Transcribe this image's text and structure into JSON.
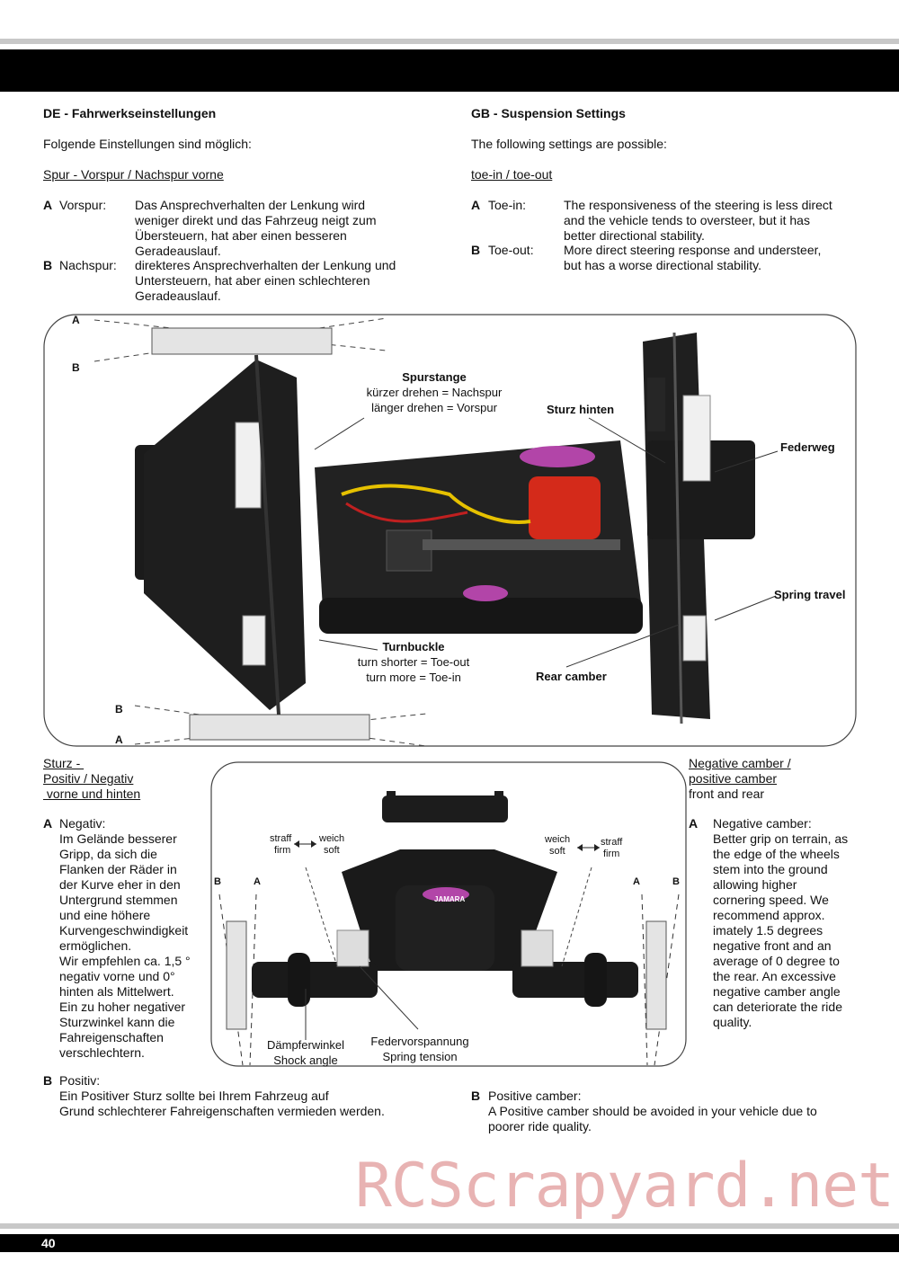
{
  "page_number": "40",
  "de": {
    "title": "DE - Fahrwerkseinstellungen",
    "intro": "Folgende Einstellungen sind möglich:",
    "toe_heading": "Spur - Vorspur / Nachspur vorne",
    "toe_a_key": "A",
    "toe_a_term": "Vorspur:",
    "toe_a_lines": [
      "Das Ansprechverhalten der Lenkung wird",
      "weniger direkt und das Fahrzeug neigt zum",
      "Übersteuern, hat aber einen besseren",
      "Geradeauslauf."
    ],
    "toe_b_key": "B",
    "toe_b_term": "Nachspur:",
    "toe_b_lines": [
      "direkteres Ansprechverhalten der Lenkung und",
      "Untersteuern, hat aber einen schlechteren",
      "Geradeauslauf."
    ],
    "camber_heading_lines": [
      "Sturz - ",
      "Positiv / Negativ",
      " vorne und hinten"
    ],
    "camber_a_key": "A",
    "camber_a_term": "Negativ:",
    "camber_a_lines": [
      "Im Gelände besserer",
      "Gripp, da sich die",
      "Flanken der Räder in",
      "der Kurve eher in den",
      "Untergrund stemmen",
      "und eine höhere",
      "Kurvengeschwindigkeit",
      "ermöglichen.",
      "Wir empfehlen ca. 1,5 °",
      "negativ vorne und 0°",
      "hinten als Mittelwert.",
      "Ein zu hoher negativer",
      "Sturzwinkel kann die",
      "Fahreigenschaften",
      "verschlechtern."
    ],
    "camber_b_key": "B",
    "camber_b_term": "Positiv:",
    "camber_b_lines": [
      "Ein Positiver Sturz sollte bei Ihrem Fahrzeug auf",
      "Grund schlechterer Fahreigenschaften vermieden werden."
    ]
  },
  "gb": {
    "title": "GB - Suspension Settings",
    "intro": "The following settings are possible:",
    "toe_heading": "toe-in / toe-out",
    "toe_a_key": "A",
    "toe_a_term": "Toe-in:",
    "toe_a_lines": [
      "The responsiveness of the steering is less direct",
      "and the vehicle tends to oversteer, but it has",
      "better directional stability."
    ],
    "toe_b_key": "B",
    "toe_b_term": "Toe-out:",
    "toe_b_lines": [
      "More direct steering response and understeer,",
      "but has a worse directional stability."
    ],
    "camber_heading_lines": [
      "Negative camber /",
      "positive camber"
    ],
    "camber_heading_sub": "front and rear",
    "camber_a_key": "A",
    "camber_a_lines": [
      "Negative camber:",
      "Better grip on terrain, as",
      "the edge of the wheels",
      "stem into the ground",
      "allowing higher",
      "cornering speed. We",
      "recommend approx.",
      "imately 1.5 degrees",
      "negative front and an",
      "average of 0 degree to",
      "the rear. An excessive",
      "negative camber angle",
      "can deteriorate the ride",
      "quality."
    ],
    "camber_b_key": "B",
    "camber_b_lines": [
      "Positive camber:",
      "A Positive camber should be avoided in your vehicle due to",
      "poorer ride quality."
    ]
  },
  "diagram_top": {
    "label_a_top": "A",
    "label_b_top": "B",
    "label_b_bottom": "B",
    "label_a_bottom": "A",
    "spurstange_title": "Spurstange",
    "spurstange_lines": [
      "kürzer drehen = Nachspur",
      "länger drehen = Vorspur"
    ],
    "sturz_hinten": "Sturz hinten",
    "federweg": "Federweg",
    "spring_travel": "Spring travel",
    "rear_camber": "Rear camber",
    "turnbuckle_title": "Turnbuckle",
    "turnbuckle_lines": [
      "turn shorter = Toe-out",
      "turn more = Toe-in"
    ]
  },
  "diagram_front": {
    "left_straff": "straff",
    "left_firm": "firm",
    "left_weich": "weich",
    "left_soft": "soft",
    "right_weich": "weich",
    "right_soft": "soft",
    "right_straff": "straff",
    "right_firm": "firm",
    "label_b_left": "B",
    "label_a_left": "A",
    "label_a_right": "A",
    "label_b_right": "B",
    "daempfer_lines": [
      "Dämpferwinkel",
      "Shock angle"
    ],
    "feder_lines": [
      "Federvorspannung",
      "Spring tension"
    ],
    "body_logo": "JAMARA"
  },
  "watermark": "RCScrapyard.net"
}
